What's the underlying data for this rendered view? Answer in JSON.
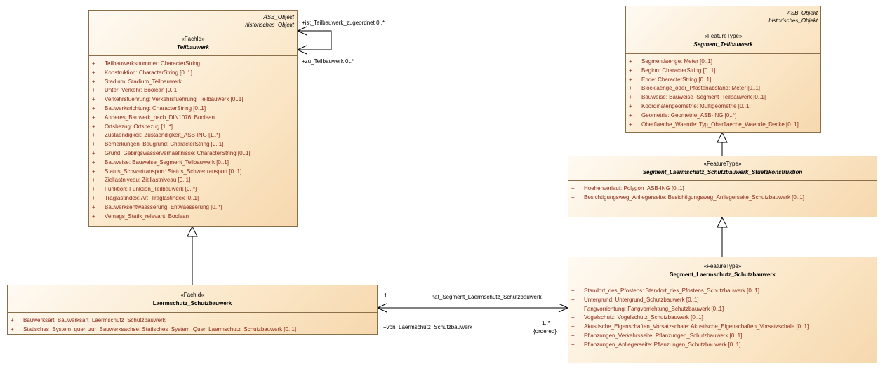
{
  "classes": {
    "teilbauwerk": {
      "tags": [
        "ASB_Objekt",
        "historisches_Objekt"
      ],
      "stereotype": "«FachId»",
      "name": "Teilbauwerk",
      "attributes": [
        "Teilbauwerksnummer: CharacterString",
        "Konstruktion: CharacterString [0..1]",
        "Stadium: Stadium_Teilbauwerk",
        "Unter_Verkehr: Boolean [0..1]",
        "Verkehrsfuehrung: Verkehrsfuehrung_Teilbauwerk [0..1]",
        "Bauwerksrichtung: CharacterString [0..1]",
        "Anderes_Bauwerk_nach_DIN1076: Boolean",
        "Ortsbezug: Ortsbezug [1..*]",
        "Zustaendigkeit: Zustaendigkeit_ASB-ING [1..*]",
        "Bemerkungen_Baugrund: CharacterString [0..1]",
        "Grund_Gebirgswasserverhaeltnisse: CharacterString [0..1]",
        "Bauweise: Bauweise_Segment_Teilbauwerk [0..1]",
        "Status_Schwertransport: Status_Schwertransport [0..1]",
        "Ziellastniveau: Ziellastniveau [0..1]",
        "Funktion: Funktion_Teilbauwerk [0..*]",
        "Traglastindex: Art_Traglastindex [0..1]",
        "Bauwerksentwaesserung: Entwaesserung [0..*]",
        "Vemags_Statik_relevant: Boolean"
      ]
    },
    "laermschutz": {
      "stereotype": "«FachId»",
      "name": "Laermschutz_Schutzbauwerk",
      "attributes": [
        "Bauwerksart: Bauwerksart_Laermschutz_Schutzbauwerk",
        "Statisches_System_quer_zur_Bauwerksachse: Statisches_System_Quer_Laermschutz_Schutzbauwerk [0..1]"
      ]
    },
    "segment_teilbauwerk": {
      "tags": [
        "ASB_Objekt",
        "historisches_Objekt"
      ],
      "stereotype": "«FeatureType»",
      "name": "Segment_Teilbauwerk",
      "attributes": [
        "Segmentlaenge: Meter [0..1]",
        "Beginn: CharacterString [0..1]",
        "Ende: CharacterString [0..1]",
        "Blocklaenge_oder_Pfostenabstand: Meter [0..1]",
        "Bauweise: Bauweise_Segment_Teilbauwerk [0..1]",
        "Koordinatengeometrie: Multigeometrie [0..1]",
        "Geometrie: Geometrie_ASB-ING [0..*]",
        "Oberflaeche_Waende: Typ_Oberflaeche_Waende_Decke [0..1]"
      ]
    },
    "segment_stuetz": {
      "stereotype": "«FeatureType»",
      "name": "Segment_Laermschutz_Schutzbauwerk_Stuetzkonstruktion",
      "attributes": [
        "Hoehenverlauf: Polygon_ASB-ING [0..1]",
        "Besichtigungsweg_Anliegerseite: Besichtigungsweg_Anliegerseite_Schutzbauwerk [0..1]"
      ]
    },
    "segment_laermschutz": {
      "stereotype": "«FeatureType»",
      "name": "Segment_Laermschutz_Schutzbauwerk",
      "attributes": [
        "Standort_des_Pfostens: Standort_des_Pfostens_Schutzbauwerk [0..1]",
        "Untergrund: Untergrund_Schutzbauwerk [0..1]",
        "Fangvorrichtung: Fangvorrichtung_Schutzbauwerk [0..1]",
        "Vogelschutz: Vogelschutz_Schutzbauwerk [0..1]",
        "Akustische_Eigenschaften_Vorsatzschale: Akustische_Eigenschaften_Vorsatzschale [0..1]",
        "Pflanzungen_Verkehrsseite: Pflanzungen_Schutzbauwerk [0..1]",
        "Pflanzungen_Anliegerseite: Pflanzungen_Schutzbauwerk [0..1]"
      ]
    }
  },
  "attribute_marker": "+",
  "associations": {
    "self": {
      "role_out": "+ist_Teilbauwerk_zugeordnet 0..*",
      "role_in": "+zu_Teilbauwerk 0..*"
    },
    "segment": {
      "mult_source": "1",
      "role_target": "+hat_Segment_Laermschutz_Schutzbauwerk",
      "role_source": "+von_Laermschutz_Schutzbauwerk",
      "mult_target": "1..*",
      "constraint": "{ordered}"
    }
  }
}
